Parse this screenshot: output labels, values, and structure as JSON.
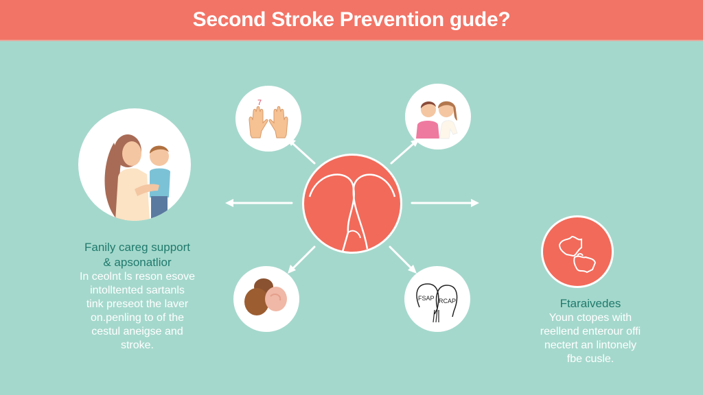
{
  "header": {
    "title": "Second Stroke Prevention gude?"
  },
  "colors": {
    "background": "#a5d8cc",
    "header": "#f27466",
    "accent_red": "#f26a5a",
    "heading_teal": "#1f7a6d",
    "white": "#ffffff"
  },
  "nodes": {
    "center": {
      "icon": "brain-icon"
    },
    "top_left": {
      "icon": "raised-hands-icon",
      "mark": "7"
    },
    "top_right": {
      "icon": "couple-icon"
    },
    "bottom_left": {
      "icon": "food-nuts-icon"
    },
    "bottom_right": {
      "icon": "two-heads-icon",
      "labels": [
        "FSAP",
        "RCAP"
      ]
    },
    "left": {
      "icon": "mother-child-icon"
    },
    "right": {
      "icon": "lungs-leaves-icon"
    }
  },
  "left_block": {
    "heading_lines": [
      "Fanily careg support",
      "& apsonatlior"
    ],
    "body_lines": [
      "In ceolnt ls reson esove",
      "intolltented sartanls",
      "tink preseot the laver",
      "on.penling to of the",
      "cestul aneigse and",
      "stroke."
    ]
  },
  "right_block": {
    "heading_lines": [
      "Ftaraivedes"
    ],
    "body_lines": [
      "Youn ctopes with",
      "reellend enterour offi",
      "nectert an lintonely",
      "fbe cusle."
    ]
  }
}
